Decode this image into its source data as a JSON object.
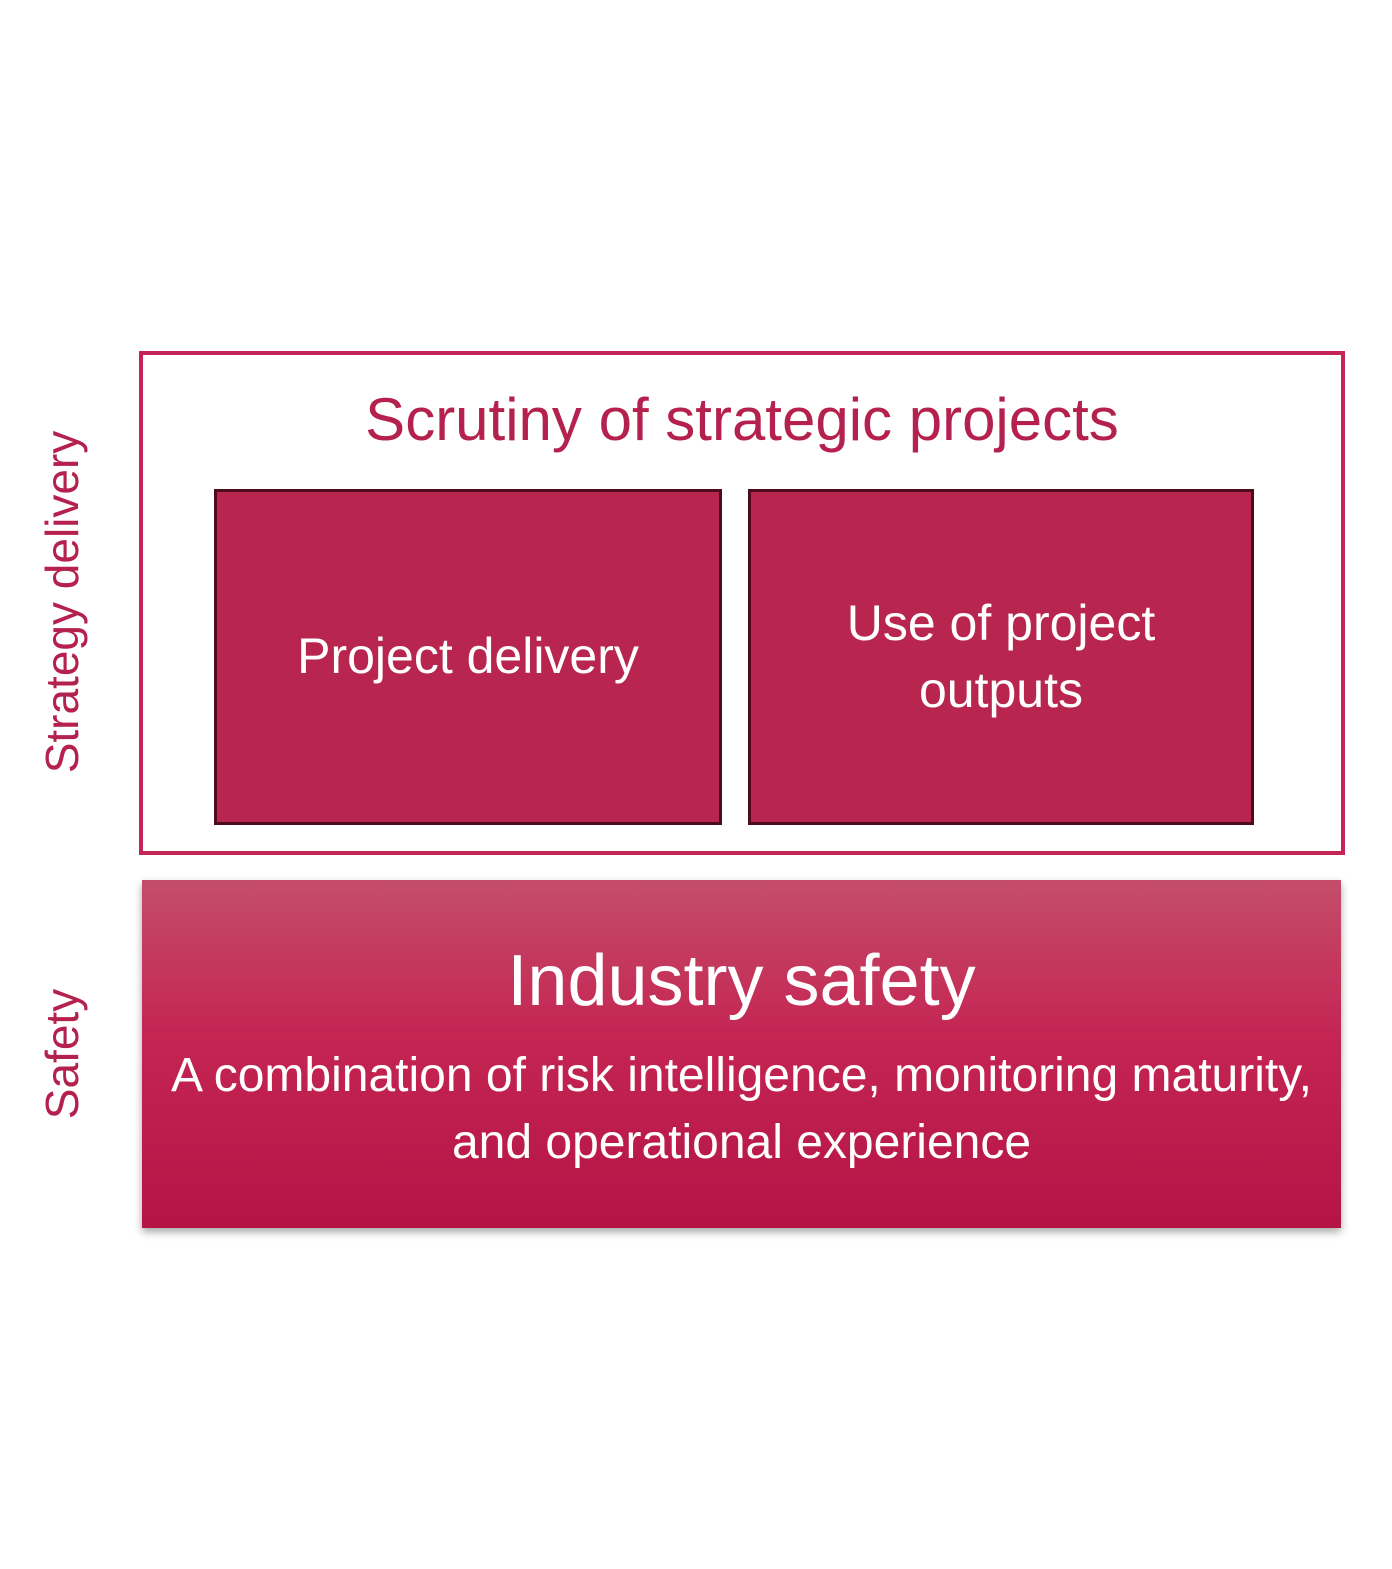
{
  "side_labels": {
    "strategy": "Strategy delivery",
    "safety": "Safety"
  },
  "strategy_section": {
    "title": "Scrutiny of strategic projects",
    "boxes": [
      "Project delivery",
      "Use of project outputs"
    ]
  },
  "safety_section": {
    "title": "Industry safety",
    "description": "A combination of risk intelligence, monitoring maturity, and operational experience"
  },
  "colors": {
    "accent": "#b5214e",
    "frame_border": "#c42456",
    "box_fill": "#b8264f",
    "box_border": "#4e0c1c",
    "safety_top": "#c44d6b",
    "safety_bottom": "#b51447"
  }
}
